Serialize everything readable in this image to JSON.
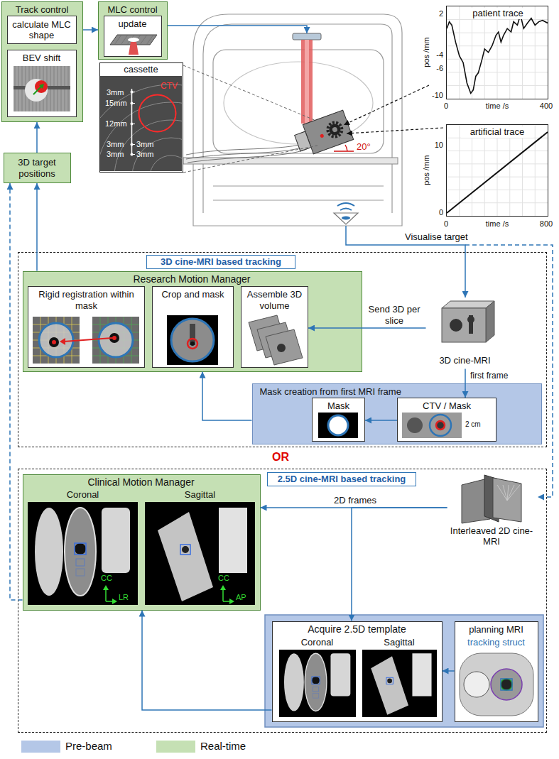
{
  "diagram": {
    "nodes": [
      {
        "text": [
          "Track control"
        ]
      },
      {
        "text": [
          "calculate MLC shape"
        ],
        "in": 0
      },
      {
        "text": [
          "BEV shift"
        ],
        "in": 0
      },
      {
        "text": [
          "MLC control"
        ]
      },
      {
        "text": [
          "update"
        ],
        "in": 3
      },
      {
        "text": [
          "cassette"
        ]
      },
      {
        "text": [
          "patient trace"
        ]
      },
      {
        "text": [
          "artificial trace"
        ]
      },
      {
        "text": [
          "3D target positions"
        ]
      },
      {
        "text": [
          "3D cine-MRI based tracking"
        ]
      },
      {
        "text": [
          "Research Motion Manager"
        ],
        "in": 9
      },
      {
        "text": [
          "Rigid registration within mask"
        ],
        "in": 10
      },
      {
        "text": [
          "Crop and mask"
        ],
        "in": 10
      },
      {
        "text": [
          "Assemble 3D volume"
        ],
        "in": 10
      },
      {
        "text": [
          "3D cine-MRI"
        ],
        "in": 9
      },
      {
        "text": [
          "Mask creation from first MRI frame"
        ],
        "in": 9
      },
      {
        "text": [
          "Mask"
        ],
        "in": 15
      },
      {
        "text": [
          "CTV / Mask"
        ],
        "in": 15
      },
      {
        "text": [
          "2.5D cine-MRI based tracking"
        ]
      },
      {
        "text": [
          "Clinical Motion Manager"
        ],
        "in": 18
      },
      {
        "text": [
          "Coronal",
          "CC",
          "LR"
        ],
        "in": 19
      },
      {
        "text": [
          "Sagittal",
          "CC",
          "AP"
        ],
        "in": 19
      },
      {
        "text": [
          "Interleaved 2D cine-MRI"
        ],
        "in": 18
      },
      {
        "text": [
          "Acquire 2.5D template"
        ],
        "in": 18
      },
      {
        "text": [
          "Coronal"
        ],
        "in": 23
      },
      {
        "text": [
          "Sagittal"
        ],
        "in": 23
      },
      {
        "text": [
          "planning MRI",
          "tracking struct"
        ],
        "in": 18
      }
    ],
    "edges": [
      {
        "from": 8,
        "to": 0,
        "arrow": "to"
      },
      {
        "from": 0,
        "to": 3,
        "arrow": "to"
      },
      {
        "from": 10,
        "to": 8,
        "arrow": "to"
      },
      {
        "from": 14,
        "to": 13,
        "label": "Send 3D per slice",
        "arrow": "to"
      },
      {
        "from": 14,
        "to": 17,
        "label": "first frame",
        "arrow": "to"
      },
      {
        "from": 17,
        "to": 16,
        "arrow": "to"
      },
      {
        "from": 15,
        "to": 10,
        "arrow": "to"
      },
      {
        "from": 19,
        "to": 8,
        "arrow": "to"
      },
      {
        "from": 22,
        "to": 19,
        "label": "2D frames",
        "arrow": "to"
      },
      {
        "from": 22,
        "to": 23,
        "arrow": "to"
      },
      {
        "from": 26,
        "to": 23,
        "arrow": "to"
      },
      {
        "from": 23,
        "to": 19,
        "arrow": "to"
      }
    ],
    "labels": [
      "3mm",
      "15mm",
      "12mm",
      "3mm",
      "3mm",
      "3mm",
      "3mm",
      "CTV",
      "20°",
      "pos /mm",
      "2",
      "-4",
      "-6",
      "-10",
      "0",
      "time /s",
      "400",
      "pos /mm",
      "10",
      "0",
      "0",
      "time /s",
      "800",
      "Visualise target",
      "2 cm",
      "OR"
    ],
    "legend": [
      {
        "text": "Pre-beam",
        "color": "#b4c7e7"
      },
      {
        "text": "Real-time",
        "color": "#c5e0b4"
      }
    ]
  }
}
